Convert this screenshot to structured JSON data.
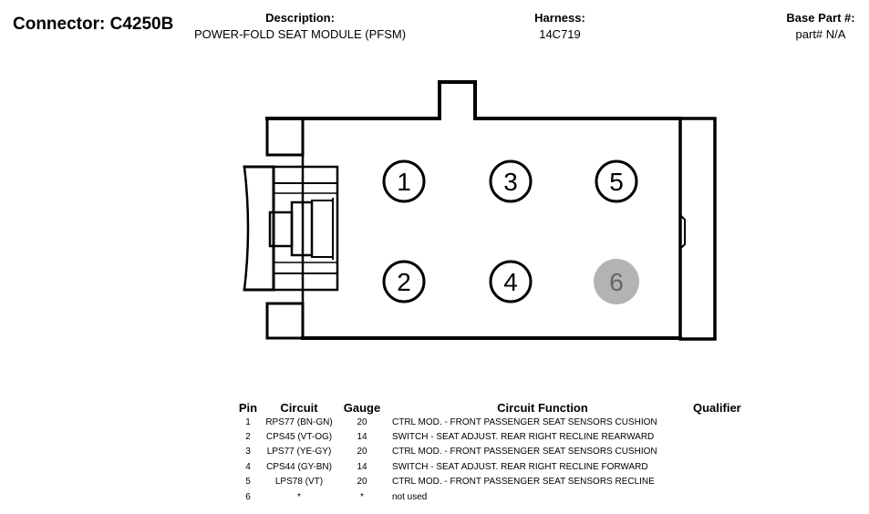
{
  "header": {
    "connector": "Connector: C4250B",
    "description_label": "Description:",
    "description_value": "POWER-FOLD SEAT MODULE (PFSM)",
    "harness_label": "Harness:",
    "harness_value": "14C719",
    "base_part_label": "Base Part #:",
    "base_part_value": "part# N/A"
  },
  "connector_face": {
    "pins": [
      {
        "number": "1",
        "used": true
      },
      {
        "number": "2",
        "used": true
      },
      {
        "number": "3",
        "used": true
      },
      {
        "number": "4",
        "used": true
      },
      {
        "number": "5",
        "used": true
      },
      {
        "number": "6",
        "used": false
      }
    ],
    "colors": {
      "outline": "#000000",
      "unused_pin_fill": "#b3b3b3",
      "unused_pin_text": "#666666"
    }
  },
  "pin_table": {
    "headers": [
      "Pin",
      "Circuit",
      "Gauge",
      "Circuit Function",
      "Qualifier"
    ],
    "rows": [
      {
        "pin": "1",
        "circuit": "RPS77 (BN-GN)",
        "gauge": "20",
        "function": "CTRL MOD. - FRONT PASSENGER SEAT SENSORS CUSHION",
        "qualifier": ""
      },
      {
        "pin": "2",
        "circuit": "CPS45 (VT-OG)",
        "gauge": "14",
        "function": "SWITCH - SEAT ADJUST. REAR RIGHT RECLINE REARWARD",
        "qualifier": ""
      },
      {
        "pin": "3",
        "circuit": "LPS77 (YE-GY)",
        "gauge": "20",
        "function": "CTRL MOD. - FRONT PASSENGER SEAT SENSORS CUSHION",
        "qualifier": ""
      },
      {
        "pin": "4",
        "circuit": "CPS44 (GY-BN)",
        "gauge": "14",
        "function": "SWITCH - SEAT ADJUST. REAR RIGHT RECLINE FORWARD",
        "qualifier": ""
      },
      {
        "pin": "5",
        "circuit": "LPS78 (VT)",
        "gauge": "20",
        "function": "CTRL MOD. - FRONT PASSENGER SEAT SENSORS RECLINE",
        "qualifier": ""
      },
      {
        "pin": "6",
        "circuit": "*",
        "gauge": "*",
        "function": "not used",
        "qualifier": ""
      }
    ]
  }
}
